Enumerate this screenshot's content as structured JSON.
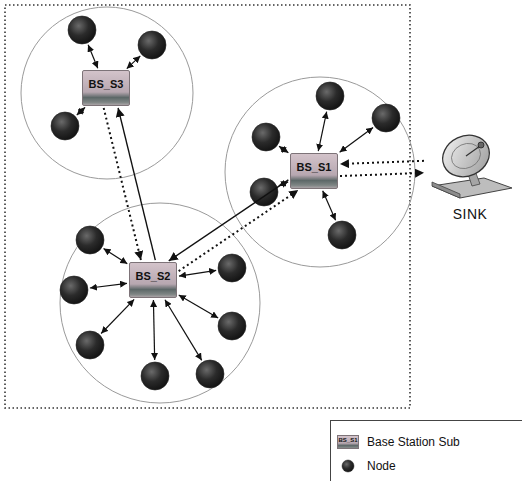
{
  "diagram": {
    "nodes": [
      {
        "text": [
          "BS_S3"
        ]
      },
      {
        "text": [
          "BS_S1"
        ]
      },
      {
        "text": [
          "SINK"
        ]
      },
      {
        "text": [
          "BS_S2"
        ]
      }
    ],
    "edges": [
      {
        "from": 3,
        "to": 0,
        "arrow": "to"
      },
      {
        "from": 0,
        "to": 3,
        "arrow": "to"
      },
      {
        "from": 1,
        "to": 3,
        "arrow": "to"
      },
      {
        "from": 3,
        "to": 1,
        "arrow": "to"
      },
      {
        "from": 2,
        "to": 1,
        "arrow": "to"
      },
      {
        "from": 1,
        "to": 2,
        "arrow": "to"
      }
    ],
    "labels": [
      "BS_S1"
    ],
    "legend": [
      {
        "text": "Base Station Sub"
      },
      {
        "text": "Node"
      }
    ]
  }
}
